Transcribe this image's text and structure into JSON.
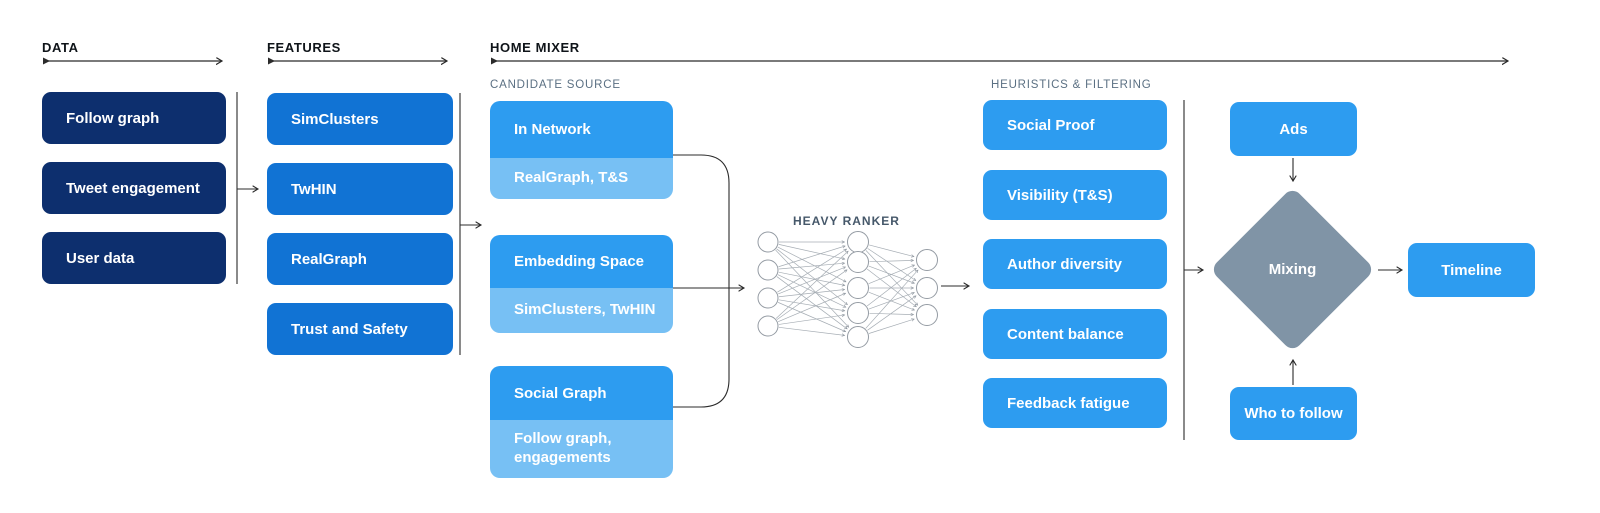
{
  "sections": {
    "data": {
      "label": "DATA",
      "boxes": [
        "Follow graph",
        "Tweet engagement",
        "User data"
      ]
    },
    "features": {
      "label": "FEATURES",
      "boxes": [
        "SimClusters",
        "TwHIN",
        "RealGraph",
        "Trust and Safety"
      ]
    },
    "home_mixer": {
      "label": "HOME MIXER",
      "candidate_source": {
        "label": "CANDIDATE SOURCE",
        "boxes": [
          {
            "title": "In Network",
            "subtitle": "RealGraph, T&S"
          },
          {
            "title": "Embedding Space",
            "subtitle": "SimClusters, TwHIN"
          },
          {
            "title": "Social Graph",
            "subtitle": "Follow graph, engagements"
          }
        ]
      },
      "heavy_ranker": {
        "label": "HEAVY RANKER"
      },
      "heuristics": {
        "label": "HEURISTICS & FILTERING",
        "boxes": [
          "Social Proof",
          "Visibility (T&S)",
          "Author diversity",
          "Content balance",
          "Feedback fatigue"
        ]
      },
      "mixing": {
        "label": "Mixing",
        "ads": "Ads",
        "who_to_follow": "Who to follow"
      },
      "timeline": "Timeline"
    }
  },
  "colors": {
    "navy": "#0d2f6e",
    "feature_blue": "#1173d4",
    "sky_blue": "#2d9cf0",
    "light_sky": "#77c0f4",
    "diamond_gray": "#8094a6",
    "header_dark": "#0f1419",
    "label_gray": "#5b7083",
    "ranker_label": "#46586a"
  }
}
